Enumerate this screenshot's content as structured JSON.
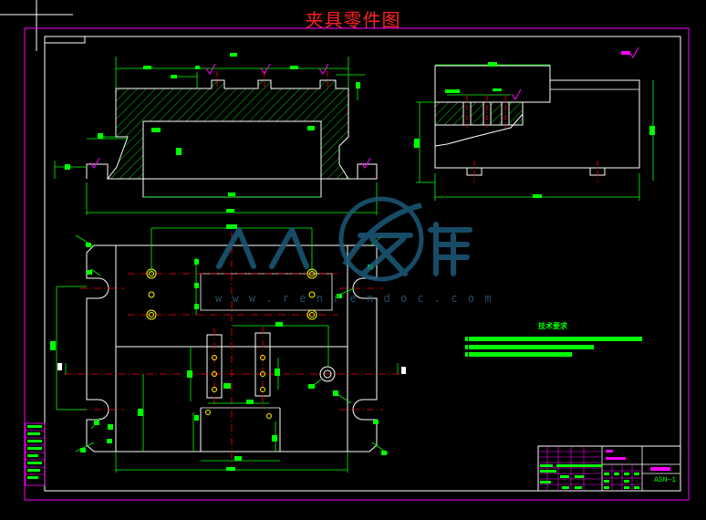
{
  "drawing": {
    "title": "夹具零件图",
    "technical_requirements_title": "技术要求",
    "title_block_code": "ASN—1",
    "watermark_url": "w w w . r e n r e n d o c . c o m"
  },
  "colors": {
    "background": "#000000",
    "border": "#ff00ff",
    "outline": "#ffffff",
    "dimension": "#00ff00",
    "centerline": "#ff0000",
    "hole": "#ffff00",
    "title": "#ff2020",
    "watermark": "#1c5a7a"
  },
  "icons": {
    "watermark_logo": "renren-wenku-logo",
    "roughness": "surface-roughness-symbol"
  }
}
